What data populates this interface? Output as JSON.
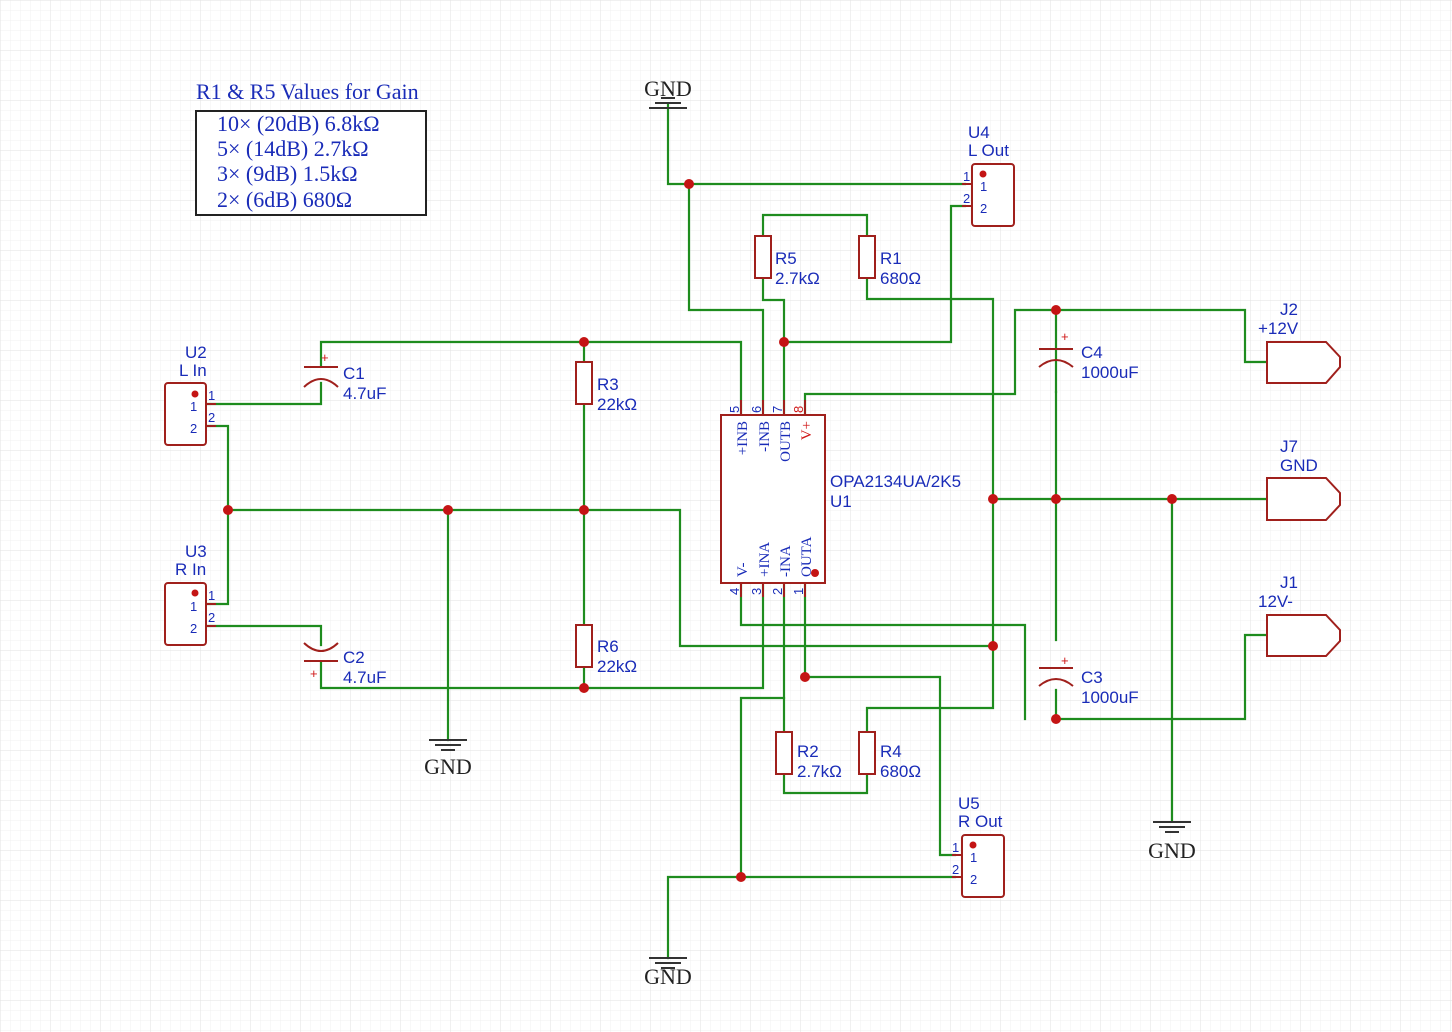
{
  "note": {
    "title": "R1 & R5 Values for Gain",
    "rows": [
      "10× (20dB) 6.8kΩ",
      "5× (14dB) 2.7kΩ",
      "3× (9dB) 1.5kΩ",
      "2× (6dB) 680Ω"
    ]
  },
  "ground_label": "GND",
  "u1": {
    "part": "OPA2134UA/2K5",
    "ref": "U1",
    "top_pins": [
      {
        "num": "5",
        "name": "+INB"
      },
      {
        "num": "6",
        "name": "-INB"
      },
      {
        "num": "7",
        "name": "OUTB"
      },
      {
        "num": "8",
        "name": "V+"
      }
    ],
    "bottom_pins": [
      {
        "num": "4",
        "name": "V-"
      },
      {
        "num": "3",
        "name": "+INA"
      },
      {
        "num": "2",
        "name": "-INA"
      },
      {
        "num": "1",
        "name": "OUTA"
      }
    ]
  },
  "connectors": {
    "u2": {
      "ref": "U2",
      "name": "L In",
      "pin1": "1",
      "pin2": "2"
    },
    "u3": {
      "ref": "U3",
      "name": "R In",
      "pin1": "1",
      "pin2": "2"
    },
    "u4": {
      "ref": "U4",
      "name": "L Out",
      "pin1": "1",
      "pin2": "2"
    },
    "u5": {
      "ref": "U5",
      "name": "R Out",
      "pin1": "1",
      "pin2": "2"
    },
    "j1": {
      "ref": "J1",
      "name": "12V-"
    },
    "j2": {
      "ref": "J2",
      "name": "+12V"
    },
    "j7": {
      "ref": "J7",
      "name": "GND"
    }
  },
  "capacitors": {
    "c1": {
      "ref": "C1",
      "value": "4.7uF"
    },
    "c2": {
      "ref": "C2",
      "value": "4.7uF"
    },
    "c3": {
      "ref": "C3",
      "value": "1000uF"
    },
    "c4": {
      "ref": "C4",
      "value": "1000uF"
    }
  },
  "resistors": {
    "r1": {
      "ref": "R1",
      "value": "680Ω"
    },
    "r2": {
      "ref": "R2",
      "value": "2.7kΩ"
    },
    "r3": {
      "ref": "R3",
      "value": "22kΩ"
    },
    "r4": {
      "ref": "R4",
      "value": "680Ω"
    },
    "r5": {
      "ref": "R5",
      "value": "2.7kΩ"
    },
    "r6": {
      "ref": "R6",
      "value": "22kΩ"
    }
  },
  "colors": {
    "wire": "#1e8c1e",
    "part": "#a0201c",
    "label": "#1a2cb8",
    "junction": "#c41414",
    "grid": "#eeeeee"
  }
}
